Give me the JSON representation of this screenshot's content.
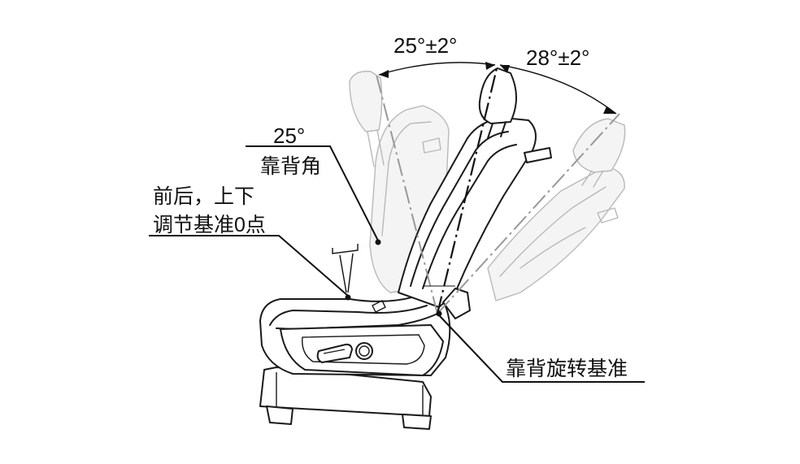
{
  "dimensions": {
    "recline_angle_forward": "25°±2°",
    "recline_angle_rearward": "28°±2°"
  },
  "callouts": {
    "backrest_angle_value": "25°",
    "backrest_angle_label": "靠背角",
    "reference_zero_line1": "前后，上下",
    "reference_zero_line2": "调节基准0点",
    "pivot_reference": "靠背旋转基准"
  },
  "colors": {
    "ink": "#1a1a1a",
    "ghost_outline": "#b9b9b9"
  }
}
